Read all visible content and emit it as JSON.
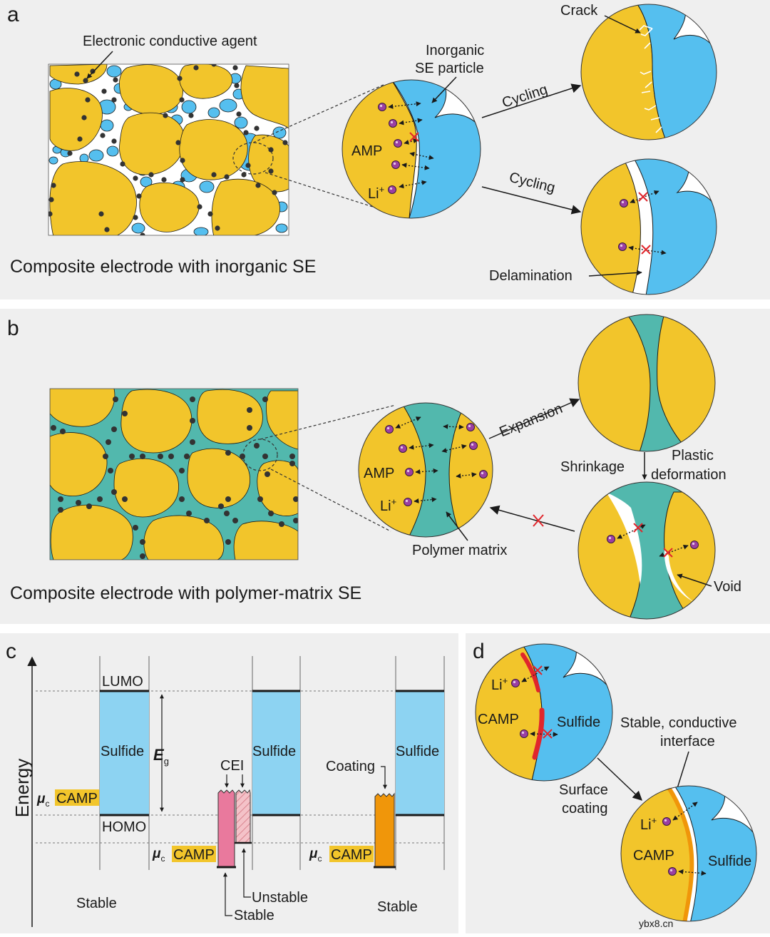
{
  "colors": {
    "panel_bg": "#efefef",
    "active_material": "#f2c52b",
    "inorganic_se": "#55bfef",
    "polymer_matrix": "#52b8ad",
    "conductive_agent": "#333333",
    "li_ion": "#9b3fa3",
    "blocked": "#e0262c",
    "sulfide_band": "#8dd3f2",
    "cei_stable": "#e9799d",
    "coating": "#f0960a",
    "unstable_interphase": "#e58a7d"
  },
  "panel_a": {
    "letter": "a",
    "electronic_conductive_agent": "Electronic conductive agent",
    "inorganic_se_particle_line1": "Inorganic",
    "inorganic_se_particle_line2": "SE particle",
    "amp": "AMP",
    "li": "Li",
    "li_sup": "+",
    "cycling_top": "Cycling",
    "cycling_bottom": "Cycling",
    "crack": "Crack",
    "delamination": "Delamination",
    "caption": "Composite electrode with inorganic SE"
  },
  "panel_b": {
    "letter": "b",
    "amp": "AMP",
    "li": "Li",
    "li_sup": "+",
    "expansion": "Expansion",
    "shrinkage": "Shrinkage",
    "plastic_line1": "Plastic",
    "plastic_line2": "deformation",
    "polymer_matrix": "Polymer matrix",
    "void": "Void",
    "caption": "Composite electrode with polymer-matrix SE"
  },
  "panel_c": {
    "letter": "c",
    "y_axis": "Energy",
    "lumo": "LUMO",
    "homo": "HOMO",
    "sulfide_1": "Sulfide",
    "sulfide_2": "Sulfide",
    "sulfide_3": "Sulfide",
    "eg_main": "E",
    "eg_sub": "g",
    "mu_main": "μ",
    "mu_sub": "c",
    "camp_1": "CAMP",
    "camp_2": "CAMP",
    "camp_3": "CAMP",
    "cei": "CEI",
    "coating": "Coating",
    "stable_left": "Stable",
    "stable_mid": "Stable",
    "unstable": "Unstable",
    "stable_right": "Stable"
  },
  "panel_d": {
    "letter": "d",
    "li_1": "Li",
    "li_1_sup": "+",
    "camp_1": "CAMP",
    "sulfide_1": "Sulfide",
    "stable_interface_line1": "Stable, conductive",
    "stable_interface_line2": "interface",
    "surface_coating_line1": "Surface",
    "surface_coating_line2": "coating",
    "li_2": "Li",
    "li_2_sup": "+",
    "camp_2": "CAMP",
    "sulfide_2": "Sulfide"
  },
  "watermark": "ybx8.cn"
}
